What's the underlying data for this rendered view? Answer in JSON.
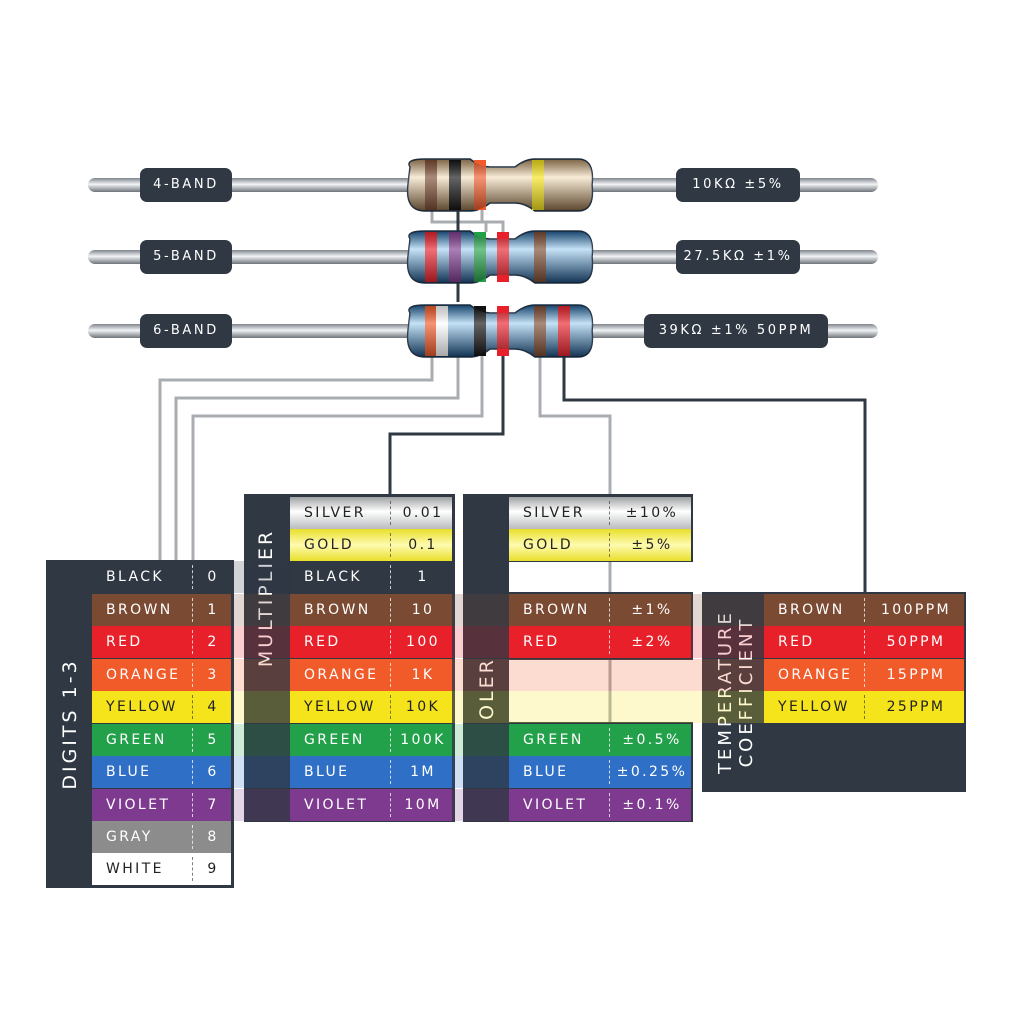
{
  "resistors": [
    {
      "id": "4-band",
      "label": "4-BAND",
      "value": "10KΩ  ±5%",
      "body_color": "#e3c79d"
    },
    {
      "id": "5-band",
      "label": "5-BAND",
      "value": "27.5KΩ  ±1%",
      "body_color": "#5a9fd4"
    },
    {
      "id": "6-band",
      "label": "6-BAND",
      "value": "39KΩ  ±1%  50PPM",
      "body_color": "#5a9fd4"
    }
  ],
  "tables": {
    "digits": {
      "title": "DIGITS 1-3",
      "rows": [
        {
          "name": "BLACK",
          "value": "0",
          "bg": "#2f3843",
          "fg": "#ffffff"
        },
        {
          "name": "BROWN",
          "value": "1",
          "bg": "#7b4a32",
          "fg": "#ffffff"
        },
        {
          "name": "RED",
          "value": "2",
          "bg": "#e8202a",
          "fg": "#ffffff"
        },
        {
          "name": "ORANGE",
          "value": "3",
          "bg": "#f15a29",
          "fg": "#ffffff"
        },
        {
          "name": "YELLOW",
          "value": "4",
          "bg": "#f5e31b",
          "fg": "#222222"
        },
        {
          "name": "GREEN",
          "value": "5",
          "bg": "#23a14a",
          "fg": "#ffffff"
        },
        {
          "name": "BLUE",
          "value": "6",
          "bg": "#2f6fc6",
          "fg": "#ffffff"
        },
        {
          "name": "VIOLET",
          "value": "7",
          "bg": "#7e3a8e",
          "fg": "#ffffff"
        },
        {
          "name": "GRAY",
          "value": "8",
          "bg": "#8c8c8c",
          "fg": "#ffffff"
        },
        {
          "name": "WHITE",
          "value": "9",
          "bg": "#ffffff",
          "fg": "#222222"
        }
      ]
    },
    "multiplier": {
      "title": "MULTIPLIER",
      "rows": [
        {
          "name": "SILVER",
          "value": "0.01",
          "bg": "#cfcfcf",
          "fg": "#222222"
        },
        {
          "name": "GOLD",
          "value": "0.1",
          "bg": "#f3ee5c",
          "fg": "#222222"
        },
        {
          "name": "BLACK",
          "value": "1",
          "bg": "#2f3843",
          "fg": "#ffffff"
        },
        {
          "name": "BROWN",
          "value": "10",
          "bg": "#7b4a32",
          "fg": "#ffffff"
        },
        {
          "name": "RED",
          "value": "100",
          "bg": "#e8202a",
          "fg": "#ffffff"
        },
        {
          "name": "ORANGE",
          "value": "1K",
          "bg": "#f15a29",
          "fg": "#ffffff"
        },
        {
          "name": "YELLOW",
          "value": "10K",
          "bg": "#f5e31b",
          "fg": "#222222"
        },
        {
          "name": "GREEN",
          "value": "100K",
          "bg": "#23a14a",
          "fg": "#ffffff"
        },
        {
          "name": "BLUE",
          "value": "1M",
          "bg": "#2f6fc6",
          "fg": "#ffffff"
        },
        {
          "name": "VIOLET",
          "value": "10M",
          "bg": "#7e3a8e",
          "fg": "#ffffff"
        }
      ]
    },
    "tolerance": {
      "title": "TOLERANCE",
      "rows": [
        {
          "name": "SILVER",
          "value": "±10%",
          "bg": "#cfcfcf",
          "fg": "#222222"
        },
        {
          "name": "GOLD",
          "value": "±5%",
          "bg": "#f3ee5c",
          "fg": "#222222"
        },
        {
          "name": "BROWN",
          "value": "±1%",
          "bg": "#7b4a32",
          "fg": "#ffffff"
        },
        {
          "name": "RED",
          "value": "±2%",
          "bg": "#e8202a",
          "fg": "#ffffff"
        },
        {
          "name": "GREEN",
          "value": "±0.5%",
          "bg": "#23a14a",
          "fg": "#ffffff"
        },
        {
          "name": "BLUE",
          "value": "±0.25%",
          "bg": "#2f6fc6",
          "fg": "#ffffff"
        },
        {
          "name": "VIOLET",
          "value": "±0.1%",
          "bg": "#7e3a8e",
          "fg": "#ffffff"
        }
      ]
    },
    "temperature": {
      "title_line1": "TEMPERATURE",
      "title_line2": "COEFFICIENT",
      "rows": [
        {
          "name": "BROWN",
          "value": "100PPM",
          "bg": "#7b4a32",
          "fg": "#ffffff"
        },
        {
          "name": "RED",
          "value": "50PPM",
          "bg": "#e8202a",
          "fg": "#ffffff"
        },
        {
          "name": "ORANGE",
          "value": "15PPM",
          "bg": "#f15a29",
          "fg": "#ffffff"
        },
        {
          "name": "YELLOW",
          "value": "25PPM",
          "bg": "#f5e31b",
          "fg": "#222222"
        }
      ]
    }
  },
  "colors": {
    "panel": "#2f3843",
    "connector": "#2f3843",
    "connector_light": "#a9adb2",
    "lead": "#b9bec4"
  }
}
